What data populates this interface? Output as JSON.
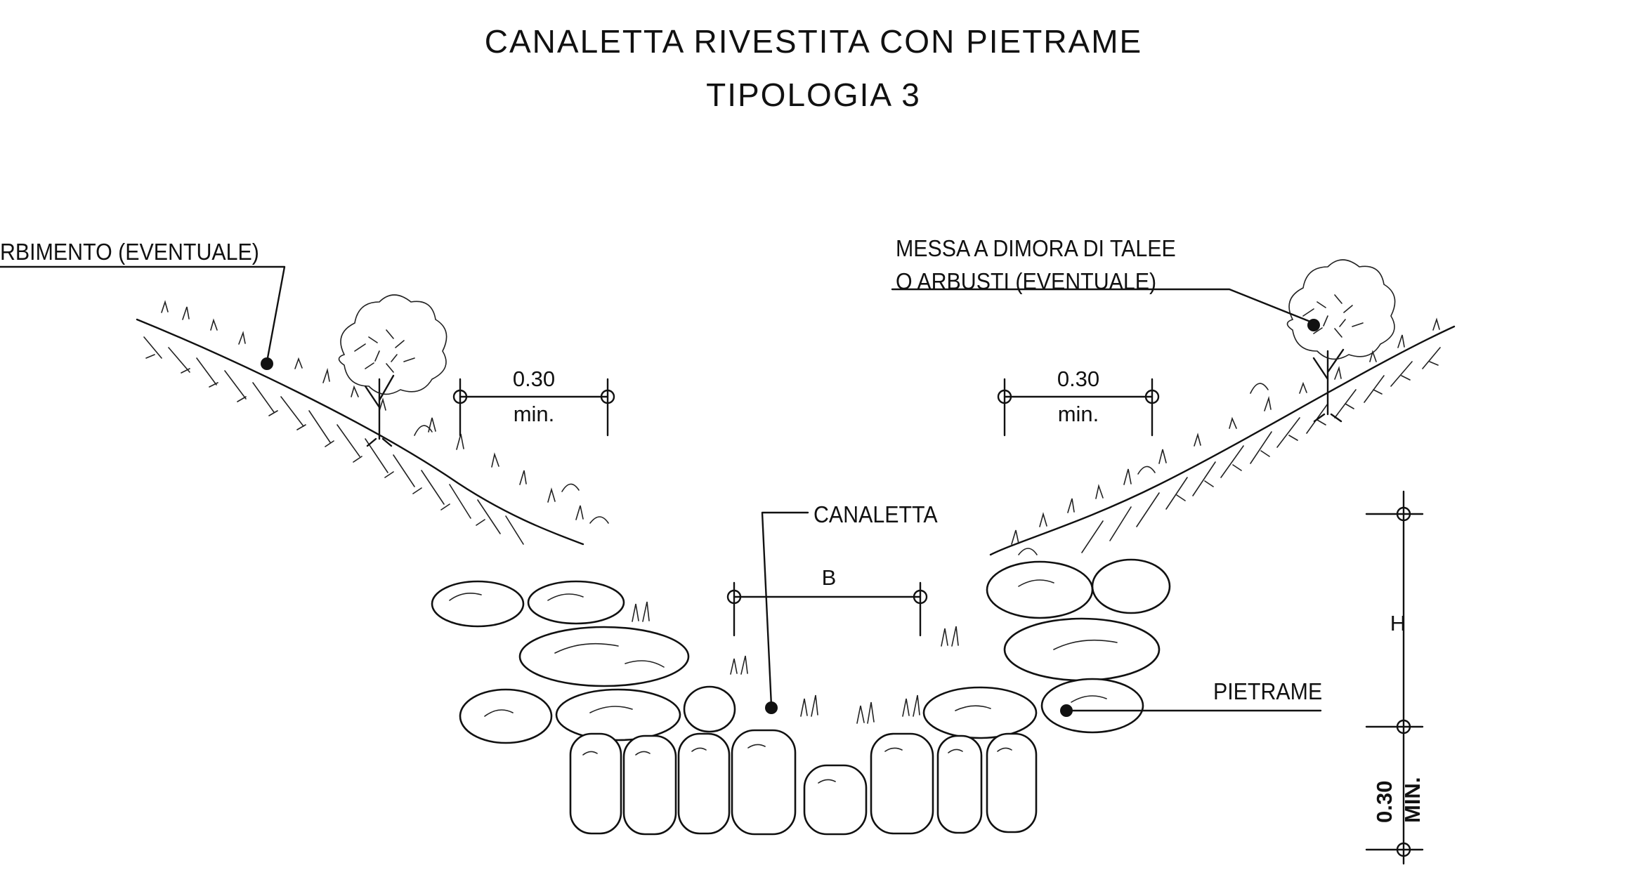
{
  "title": {
    "line1": "CANALETTA  RIVESTITA  CON  PIETRAME",
    "line2": "TIPOLOGIA  3"
  },
  "labels": {
    "inerbimento": "RBIMENTO  (EVENTUALE)",
    "messa_line1": "MESSA  A  DIMORA  DI TALEE",
    "messa_line2": "O  ARBUSTI (EVENTUALE)",
    "canaletta": "CANALETTA",
    "pietrame": "PIETRAME"
  },
  "dimensions": {
    "left_offset_value": "0.30",
    "left_offset_unit": "min.",
    "right_offset_value": "0.30",
    "right_offset_unit": "min.",
    "base_width": "B",
    "height": "H",
    "bottom_thickness_value": "0.30",
    "bottom_thickness_unit": "MIN."
  },
  "colors": {
    "ink": "#111111",
    "background": "#ffffff"
  },
  "symbols": {
    "tree": "shrub-icon",
    "dimension_marker": "crosshair-circle-icon",
    "leader_dot": "filled-dot-icon"
  }
}
